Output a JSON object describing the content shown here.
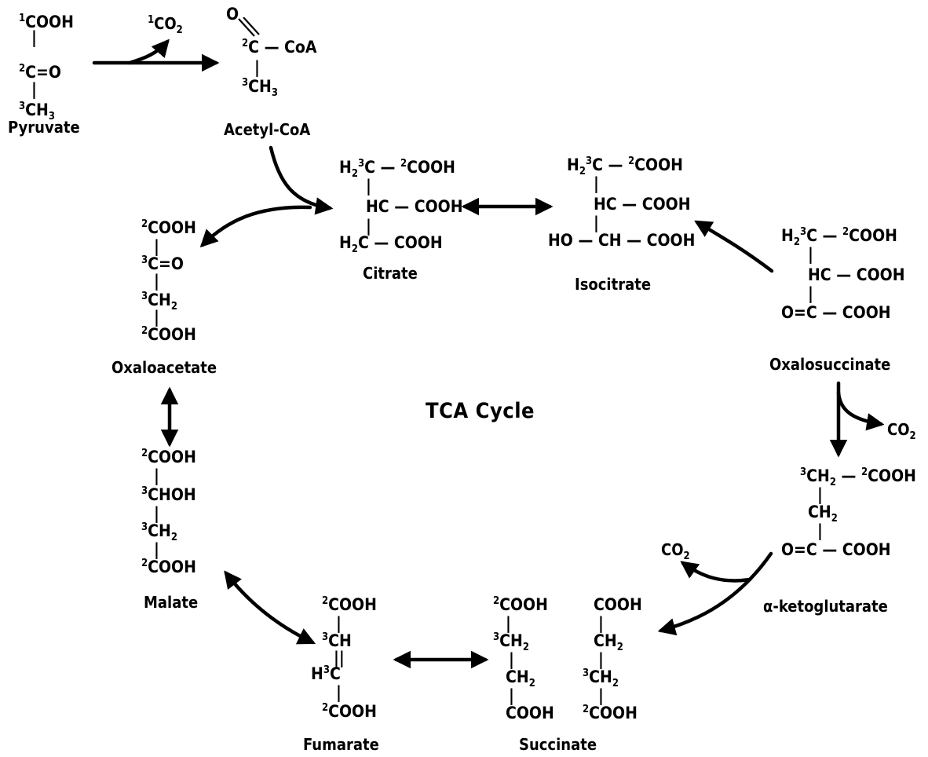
{
  "title": "TCA Cycle",
  "compounds": {
    "pyruvate": {
      "name": "Pyruvate",
      "lines": [
        "<sup>1</sup>COOH",
        "|",
        "<sup>2</sup>C=O",
        "|",
        "<sup>3</sup>CH<sub>3</sub>"
      ]
    },
    "acetyl_coa": {
      "name": "Acetyl-CoA",
      "lines": [
        "O",
        "<sup>2</sup>C — CoA",
        "|",
        "<sup>3</sup>CH<sub>3</sub>"
      ]
    },
    "citrate": {
      "name": "Citrate",
      "lines": [
        "H<sub>2</sub><sup>3</sup>C — <sup>2</sup>COOH",
        "|",
        "HC — COOH",
        "|",
        "H<sub>2</sub>C — COOH"
      ]
    },
    "isocitrate": {
      "name": "Isocitrate",
      "lines": [
        "H<sub>2</sub><sup>3</sup>C — <sup>2</sup>COOH",
        "|",
        "HC — COOH",
        "|",
        "HO — CH — COOH"
      ]
    },
    "oxalosuccinate": {
      "name": "Oxalosuccinate",
      "lines": [
        "H<sub>2</sub><sup>3</sup>C — <sup>2</sup>COOH",
        "|",
        "HC — COOH",
        "|",
        "O=C — COOH"
      ]
    },
    "oxaloacetate": {
      "name": "Oxaloacetate",
      "lines": [
        "<sup>2</sup>COOH",
        "|",
        "<sup>3</sup>C=O",
        "|",
        "<sup>3</sup>CH<sub>2</sub>",
        "|",
        "<sup>2</sup>COOH"
      ]
    },
    "malate": {
      "name": "Malate",
      "lines": [
        "<sup>2</sup>COOH",
        "|",
        "<sup>3</sup>CHOH",
        "|",
        "<sup>3</sup>CH<sub>2</sub>",
        "|",
        "<sup>2</sup>COOH"
      ]
    },
    "fumarate": {
      "name": "Fumarate",
      "lines": [
        "<sup>2</sup>COOH",
        "|",
        "<sup>3</sup>CH",
        "||",
        "H<sup>3</sup>C",
        "|",
        "<sup>2</sup>COOH"
      ]
    },
    "succinate": {
      "name": "Succinate",
      "lines_a": [
        "<sup>2</sup>COOH",
        "|",
        "<sup>3</sup>CH<sub>2</sub>",
        "|",
        "CH<sub>2</sub>",
        "|",
        "COOH"
      ],
      "lines_b": [
        "COOH",
        "|",
        "CH<sub>2</sub>",
        "|",
        "<sup>3</sup>CH<sub>2</sub>",
        "|",
        "<sup>2</sup>COOH"
      ]
    },
    "alpha_ketoglutarate": {
      "name": "α-ketoglutarate",
      "lines": [
        "<sup>3</sup>CH<sub>2</sub> — <sup>2</sup>COOH",
        "|",
        "CH<sub>2</sub>",
        "|",
        "O=C — COOH"
      ]
    }
  },
  "byproducts": {
    "co2_pyruvate": "<sup>1</sup>CO<sub>2</sub>",
    "co2_oxalosuccinate": "CO<sub>2</sub>",
    "co2_ketoglutarate": "CO<sub>2</sub>"
  }
}
